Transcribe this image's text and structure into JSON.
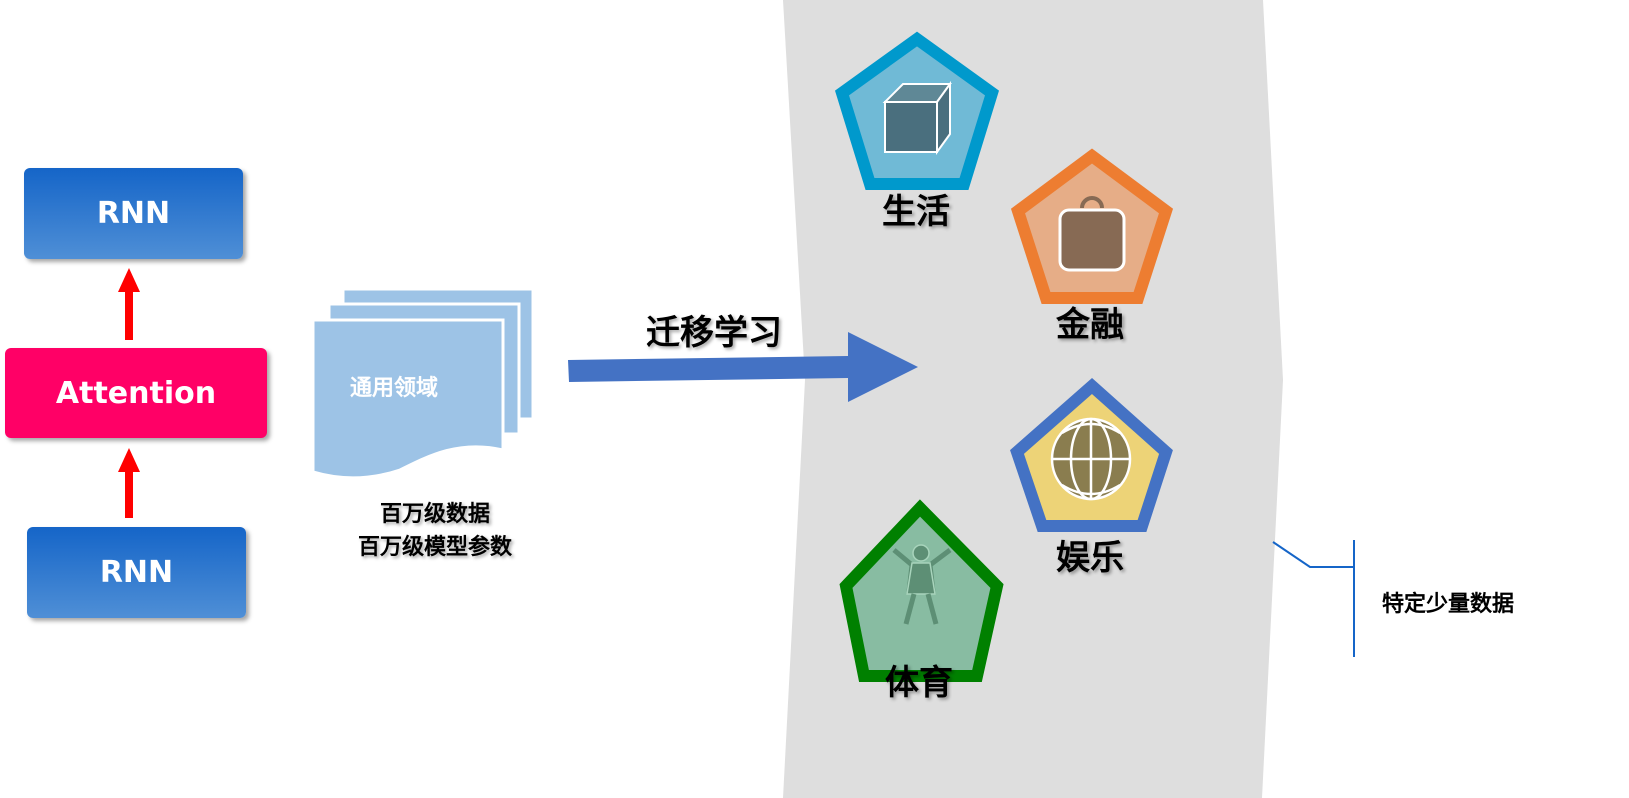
{
  "left_stack": {
    "top_box": "RNN",
    "middle_box": "Attention",
    "bottom_box": "RNN"
  },
  "documents": {
    "label": "通用领域",
    "caption_line1": "百万级数据",
    "caption_line2": "百万级模型参数"
  },
  "arrow_label": "迁移学习",
  "domains": [
    {
      "label": "生活",
      "icon": "cube-icon",
      "border": "#0099cc",
      "fill": "#70bad6"
    },
    {
      "label": "金融",
      "icon": "briefcase-icon",
      "border": "#ed7d31",
      "fill": "#e6ad87"
    },
    {
      "label": "娱乐",
      "icon": "globe-icon",
      "border": "#4472c4",
      "fill": "#edd377"
    },
    {
      "label": "体育",
      "icon": "person-icon",
      "border": "#008000",
      "fill": "#88bca2"
    }
  ],
  "bracket_label": "特定少量数据",
  "colors": {
    "panel": "#dedede",
    "arrow": "#4472c4",
    "up_arrow": "#ff0000"
  }
}
